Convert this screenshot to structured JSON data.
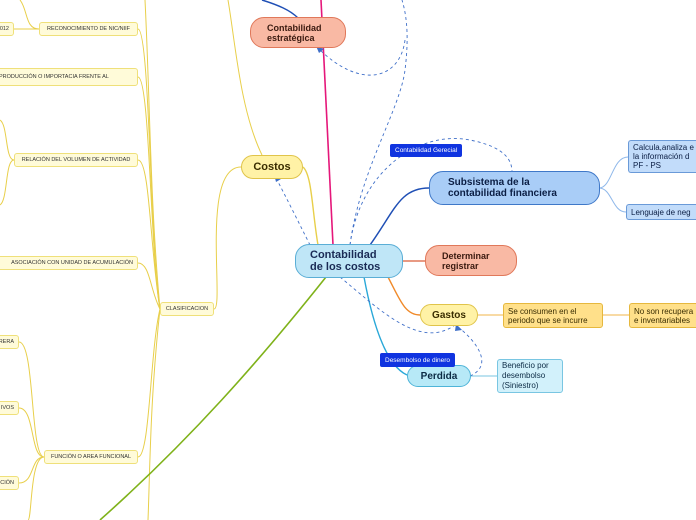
{
  "central": "Contabilidad\nde los costos",
  "nodes": {
    "estrategica": "Contabilidad\nestratégica",
    "costos": "Costos",
    "subsistema": "Subsistema de la\ncontabilidad financiera",
    "determinar": "Determinar\nregistrar",
    "gastos": "Gastos",
    "perdida": "Perdida",
    "calcula": "Calcula,analiza e\nla información d\nPF - PS",
    "lenguaje": "Lenguaje de neg",
    "se_consumen": "Se consumen en el\nperiodo que se incurre",
    "no_son": "No son recupera\ne inventariables",
    "beneficio": "Beneficio por\ndesembolso\n(Siniestro)",
    "clasificacion": "CLASIFICACION",
    "reconocimiento": "RECONOCIMIENTO DE NIC/NIIF",
    "n012": "012",
    "produccion": "PRODUCCIÓN O IMPORTACIA FRENTE AL",
    "relacion": "RELACIÓN DEL VOLUMEN DE ACTIVIDAD",
    "asociacion": "ASOCIACIÓN CON UNIDAD DE ACUMULACIÓN",
    "funcion": "FUNCIÓN O AREA FUNCIONAL",
    "rrera": "RRERA",
    "ivos": "IVOS",
    "cion": "CIÓN"
  },
  "tags": {
    "contabilidad_gerencial": "Contabilidad Gerecial",
    "desembolso": "Desembolso de dinero"
  },
  "colors": {
    "pink_branch": "#e5177a",
    "green_branch": "#7fb21a",
    "blue_branch": "#1f4fb5",
    "orange_branch": "#f08a2a",
    "yellow_branch": "#e8cf4a",
    "cyan_branch": "#2aa8d8",
    "dashed_relation": "#3f6fc8"
  }
}
